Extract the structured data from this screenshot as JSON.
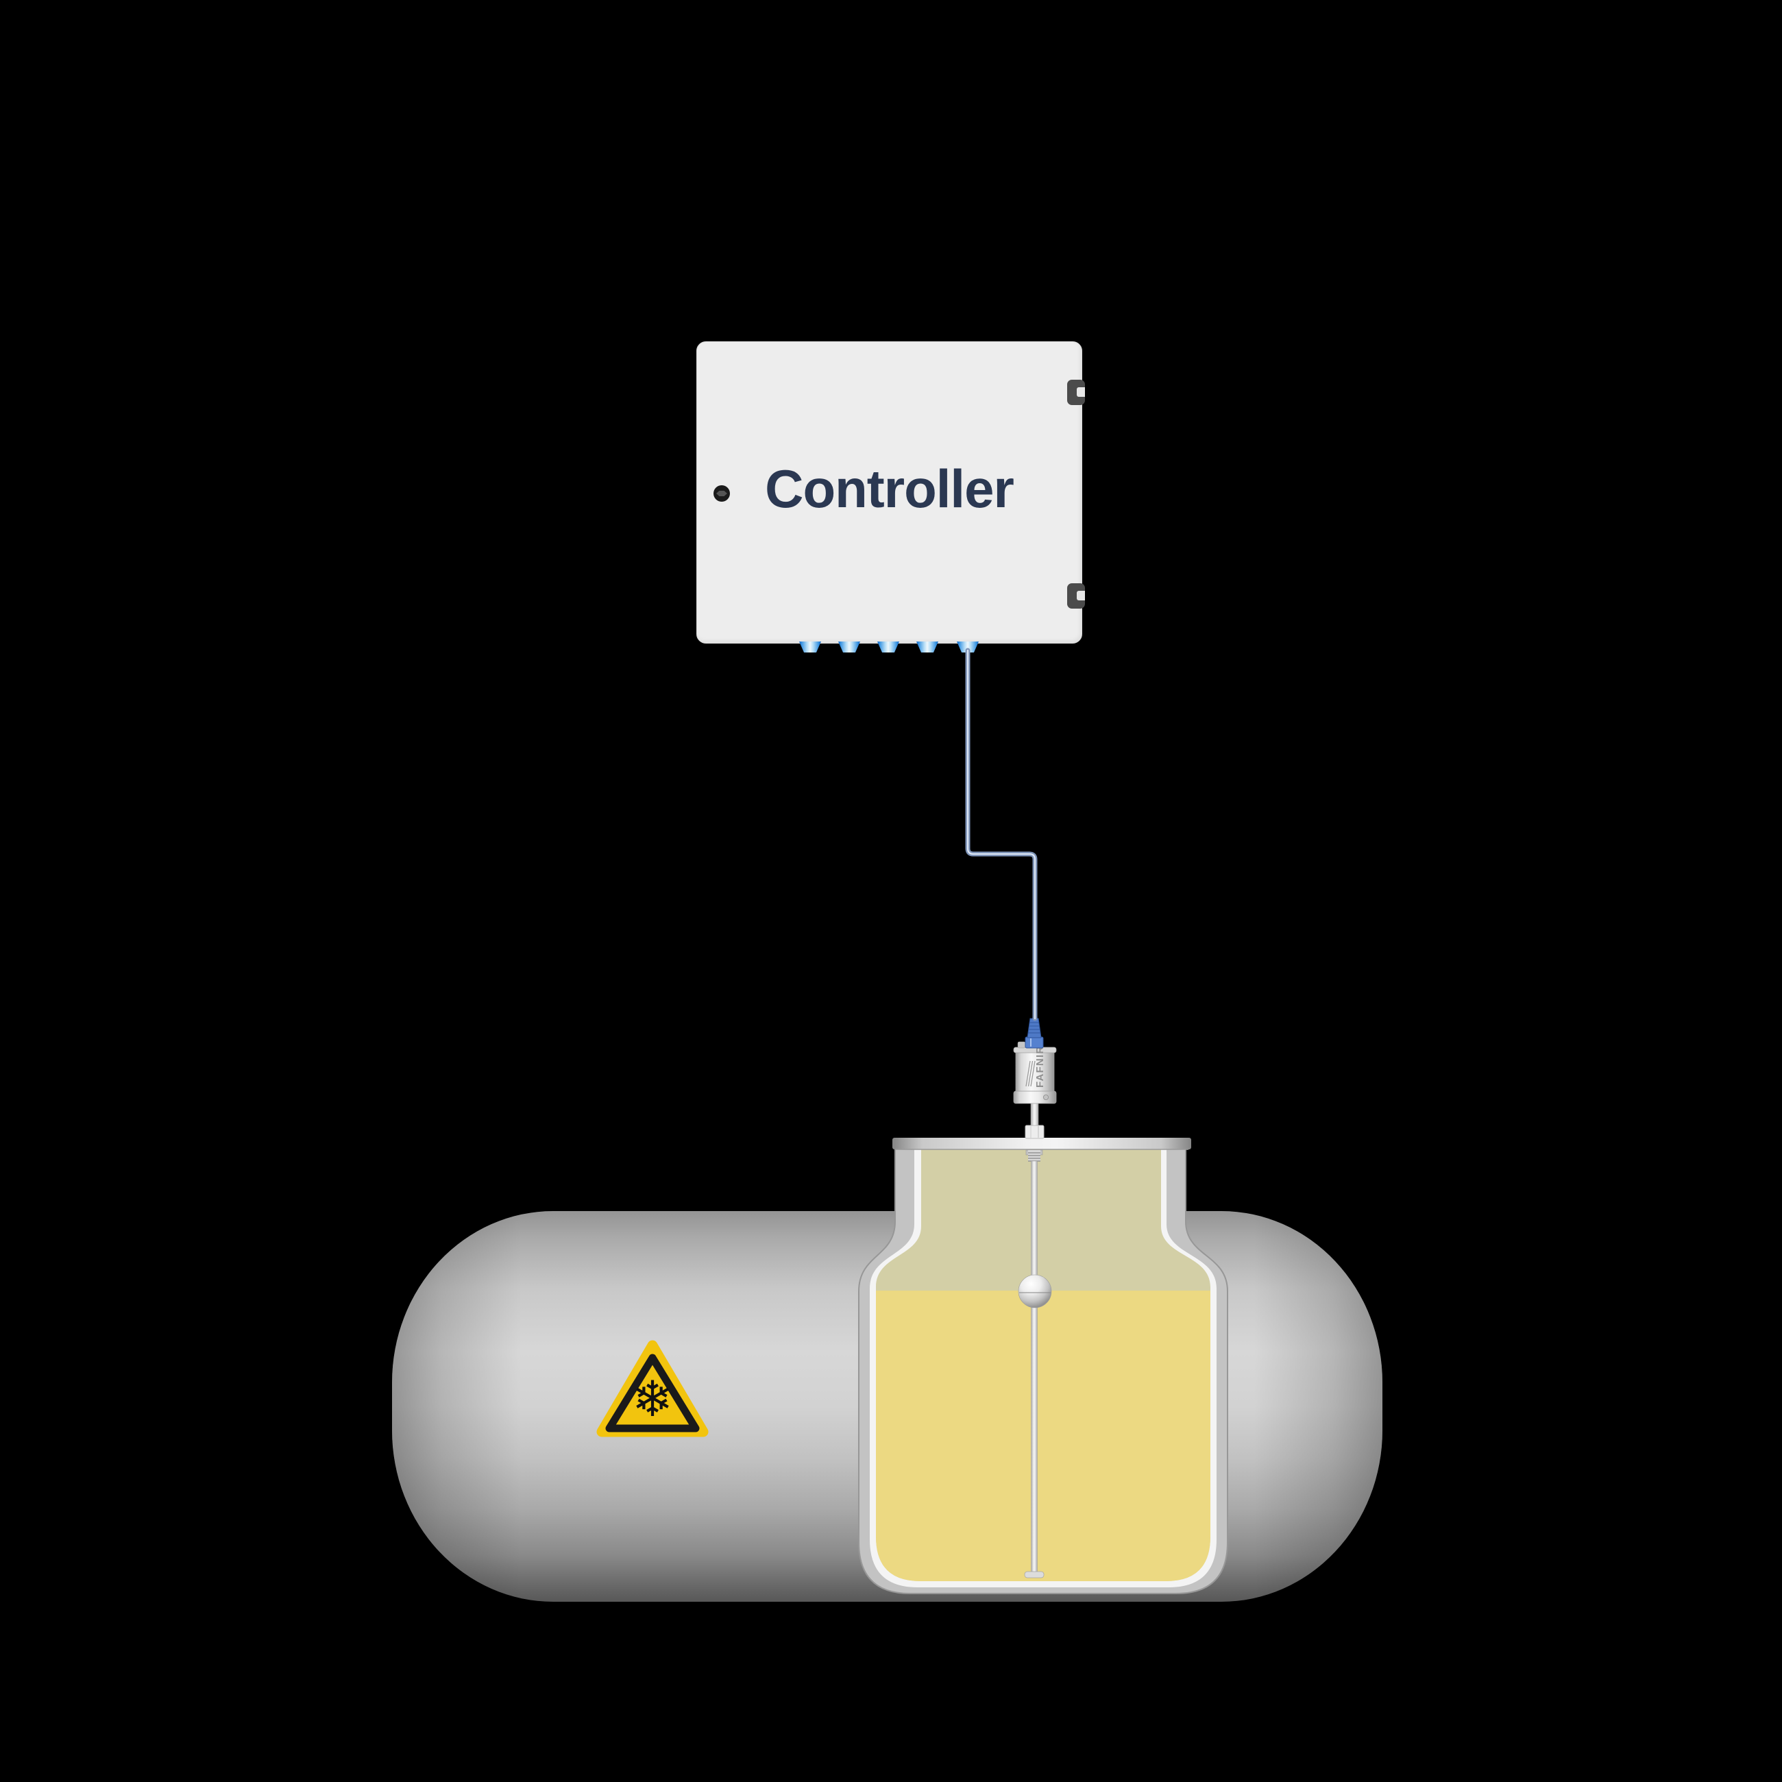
{
  "controller": {
    "label": "Controller"
  },
  "sensor": {
    "brand": "FAFNIR"
  },
  "warning_sign": {
    "symbol": "❄",
    "name": "low-temperature-warning"
  },
  "cable": {
    "style": "blue signal cable, two right-angle bends"
  },
  "tank": {
    "type": "horizontal cylindrical storage tank with cutaway",
    "contents": "liquid with float level probe",
    "fill_level": "approx 75%"
  },
  "colors": {
    "background": "#000000",
    "cabinet": "#ededed",
    "label_text": "#2b3852",
    "hinge": "#4b4b4b",
    "gland_blue": "#0e63c4",
    "cable": "#7e94b8",
    "cable_highlight": "#dde7f5",
    "connector_blue": "#4e79c6",
    "tank_gray": "#c9c9c9",
    "cutaway_rim": "#c3c3c3",
    "cutaway_rim_highlight": "#f4f4f4",
    "headspace": "#d3cfa6",
    "liquid": "#ecd982",
    "sign_yellow": "#f2c40e",
    "sign_black": "#1a1a1a"
  },
  "icons": {
    "knob": "door-knob-icon",
    "hinges": "hinge-icon",
    "glands": "cable-gland-icon",
    "snowflake": "snowflake-icon",
    "float": "level-float-icon"
  }
}
